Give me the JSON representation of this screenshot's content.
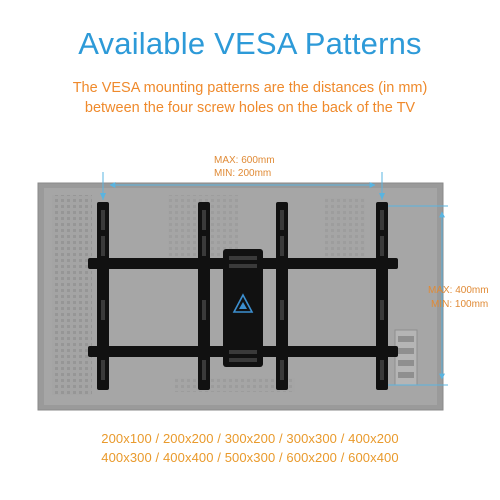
{
  "title": "Available VESA Patterns",
  "subtitle": {
    "line1": "The VESA mounting patterns are the distances (in mm)",
    "line2": "between the four screw holes on the back of the TV"
  },
  "horizontal_dimension": {
    "max": "MAX: 600mm",
    "min": "MIN: 200mm"
  },
  "vertical_dimension": {
    "max": "MAX: 400mm",
    "min": "MIN: 100mm"
  },
  "patterns": {
    "line1": "200x100 / 200x200 / 300x200 / 300x300 / 400x200",
    "line2": "400x300 / 400x400 / 500x300 / 600x200 / 600x400"
  },
  "colors": {
    "title": "#2d9ad8",
    "subtitle": "#ef8a2c",
    "dimension_line": "#59b4e0",
    "tv_panel": "#9a9a9a",
    "bracket": "#111111"
  }
}
